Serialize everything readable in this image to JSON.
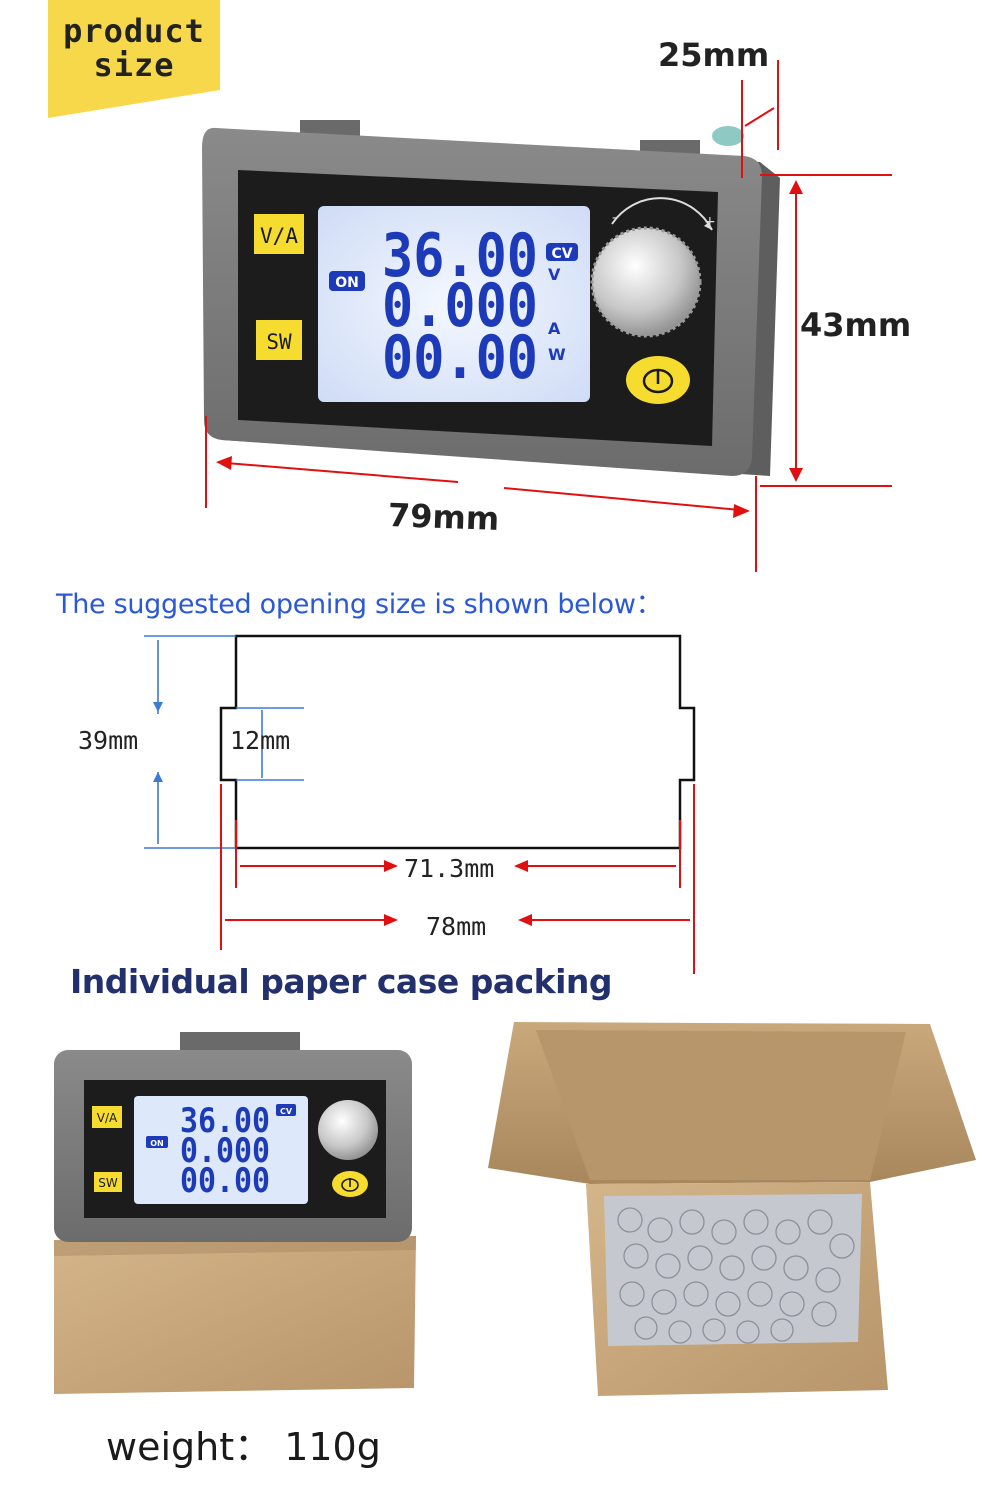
{
  "header": {
    "tag_line1": "product",
    "tag_line2": "size",
    "tag_color": "#f7d84a"
  },
  "dimensions": {
    "depth": "25mm",
    "height": "43mm",
    "width": "79mm"
  },
  "device": {
    "btn_va": "V/A",
    "btn_sw": "SW",
    "on_badge": "ON",
    "mode_badge": "CV",
    "rows": [
      {
        "value": "36.00",
        "unit": "V"
      },
      {
        "value": "0.000",
        "unit": "A"
      },
      {
        "value": "00.00",
        "unit": "W"
      }
    ],
    "knob_minus": "-",
    "knob_plus": "+",
    "power_icon": "power-icon"
  },
  "opening": {
    "title": "The suggested opening size is shown below：",
    "height": "39mm",
    "notch": "12mm",
    "inner_width": "71.3mm",
    "outer_width": "78mm",
    "line_color": "#3a7ad8",
    "arrow_color": "#e01010"
  },
  "packing": {
    "title": "Individual paper case packing",
    "weight": "weight：  110g"
  },
  "colors": {
    "dimension_red": "#e01010",
    "lcd_blue": "#1d3bb8",
    "lcd_bg": "#e4efff",
    "button_yellow": "#f6dc2e",
    "case_gray": "#7f7f7f",
    "cardboard": "#c6a57a"
  }
}
